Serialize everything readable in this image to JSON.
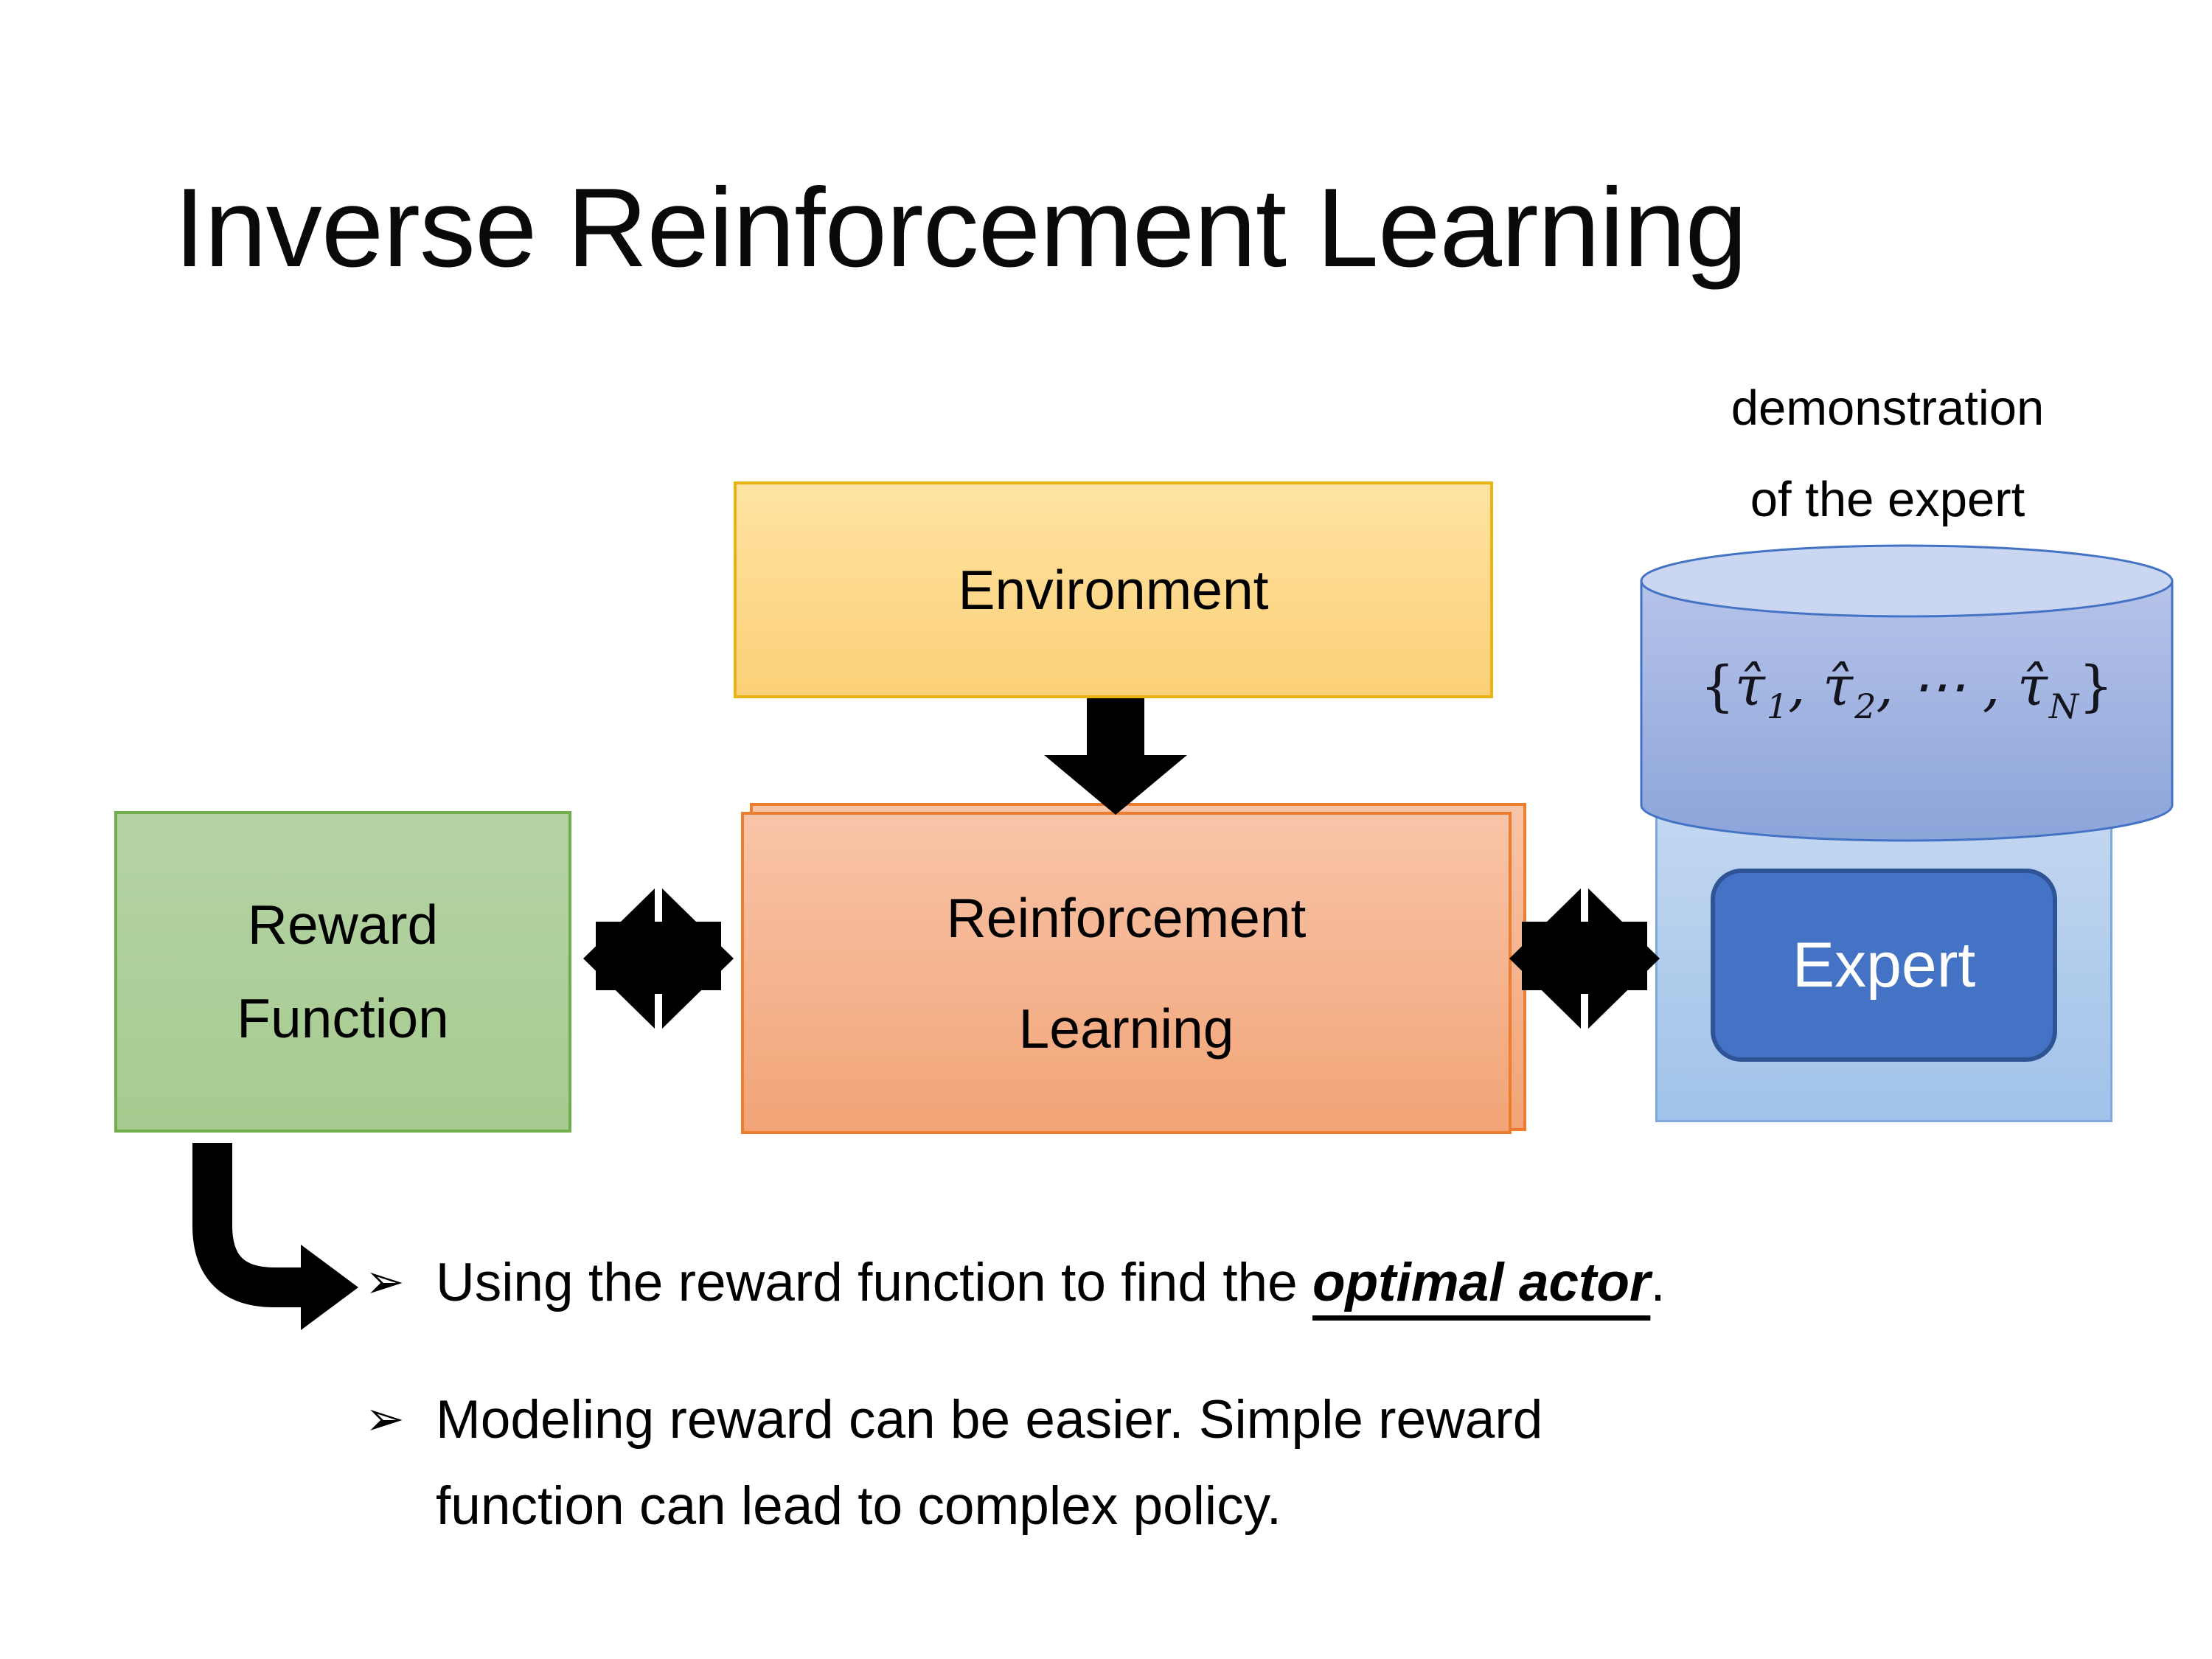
{
  "title": "Inverse Reinforcement Learning",
  "annotation": {
    "line1": "demonstration",
    "line2": "of the expert"
  },
  "boxes": {
    "environment": {
      "label": "Environment"
    },
    "reward": {
      "line1": "Reward",
      "line2": "Function"
    },
    "reinforcement_learning": {
      "line1": "Reinforcement",
      "line2": "Learning"
    },
    "expert": {
      "label": "Expert"
    }
  },
  "formula": {
    "open": "{",
    "tau1": "τ̂",
    "sub1": "1",
    "comma1": ", ",
    "tau2": "τ̂",
    "sub2": "2",
    "dots": ", ⋯ , ",
    "tau3": "τ̂",
    "sub3": "N",
    "close": "}"
  },
  "bullets": {
    "marker1": "➢",
    "marker2": "➢",
    "item1": {
      "before": "Using the reward function to find the ",
      "emphasis": "optimal actor",
      "after": "."
    },
    "item2": {
      "line1": "Modeling reward can be easier. Simple reward",
      "line2": "function can lead to complex policy."
    }
  },
  "palette": {
    "environment_fill_top": "#FEE3A2",
    "environment_fill_bottom": "#FCD078",
    "environment_border": "#E8B414",
    "rl_fill_top": "#F8C4A8",
    "rl_fill_bottom": "#F2A477",
    "rl_border": "#ED7D31",
    "reward_fill_top": "#B4D3A5",
    "reward_fill_bottom": "#A6CB8F",
    "reward_border": "#6FAE4B",
    "expert_panel_fill_top": "#C2D7F0",
    "expert_panel_fill_bottom": "#A0C2E9",
    "expert_panel_border": "#7FA9DC",
    "expert_fill": "#4472C4",
    "expert_border": "#2F5496",
    "expert_text": "#FFFFFF",
    "cylinder_top_fill": "#CBD7F1",
    "cylinder_body_top": "#B6C3E9",
    "cylinder_body_bottom": "#8CA5DA",
    "cylinder_border": "#4472C4",
    "arrow_color": "#000000",
    "text_color": "#000000",
    "background": "#FFFFFF"
  }
}
